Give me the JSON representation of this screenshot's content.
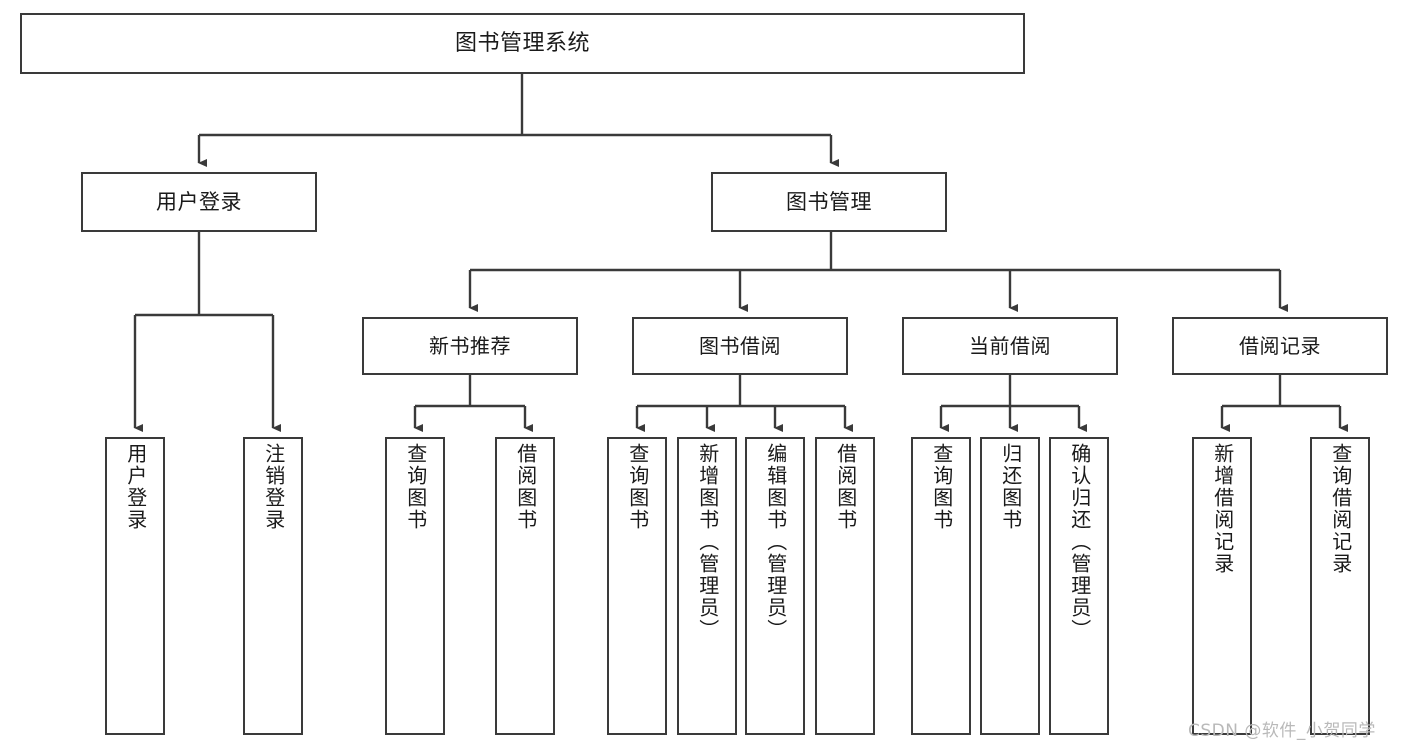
{
  "chart_data": {
    "type": "diagram",
    "diagram_kind": "tree-hierarchy-chart",
    "title": "图书管理系统",
    "orientation": "top-down",
    "levels": 4,
    "node_count": 20,
    "edge_style": "orthogonal-with-arrowheads",
    "colors": {
      "stroke": "#3a3a3a",
      "fill": "#ffffff",
      "text": "#1a1a1a",
      "watermark": "#b9b9b9"
    }
  },
  "root": {
    "label": "图书管理系统"
  },
  "level2": [
    {
      "id": "user-login",
      "label": "用户登录"
    },
    {
      "id": "book-manage",
      "label": "图书管理"
    }
  ],
  "level3": [
    {
      "id": "new-book-rec",
      "label": "新书推荐"
    },
    {
      "id": "book-borrow",
      "label": "图书借阅"
    },
    {
      "id": "current-borrow",
      "label": "当前借阅"
    },
    {
      "id": "borrow-record",
      "label": "借阅记录"
    }
  ],
  "leaves": {
    "user_login": [
      {
        "id": "leaf-user-login",
        "label": "用户登录"
      },
      {
        "id": "leaf-logout",
        "label": "注销登录"
      }
    ],
    "new_book_rec": [
      {
        "id": "leaf-query-book-1",
        "label": "查询图书"
      },
      {
        "id": "leaf-borrow-book-1",
        "label": "借阅图书"
      }
    ],
    "book_borrow": [
      {
        "id": "leaf-query-book-2",
        "label": "查询图书"
      },
      {
        "id": "leaf-add-book",
        "label": "新增图书（管理员）"
      },
      {
        "id": "leaf-edit-book",
        "label": "编辑图书（管理员）"
      },
      {
        "id": "leaf-borrow-book-2",
        "label": "借阅图书"
      }
    ],
    "current_borrow": [
      {
        "id": "leaf-query-book-3",
        "label": "查询图书"
      },
      {
        "id": "leaf-return-book",
        "label": "归还图书"
      },
      {
        "id": "leaf-confirm-return",
        "label": "确认归还（管理员）"
      }
    ],
    "borrow_record": [
      {
        "id": "leaf-add-record",
        "label": "新增借阅记录"
      },
      {
        "id": "leaf-query-record",
        "label": "查询借阅记录"
      }
    ]
  },
  "watermark": {
    "text": "CSDN @软件_小贺同学"
  }
}
